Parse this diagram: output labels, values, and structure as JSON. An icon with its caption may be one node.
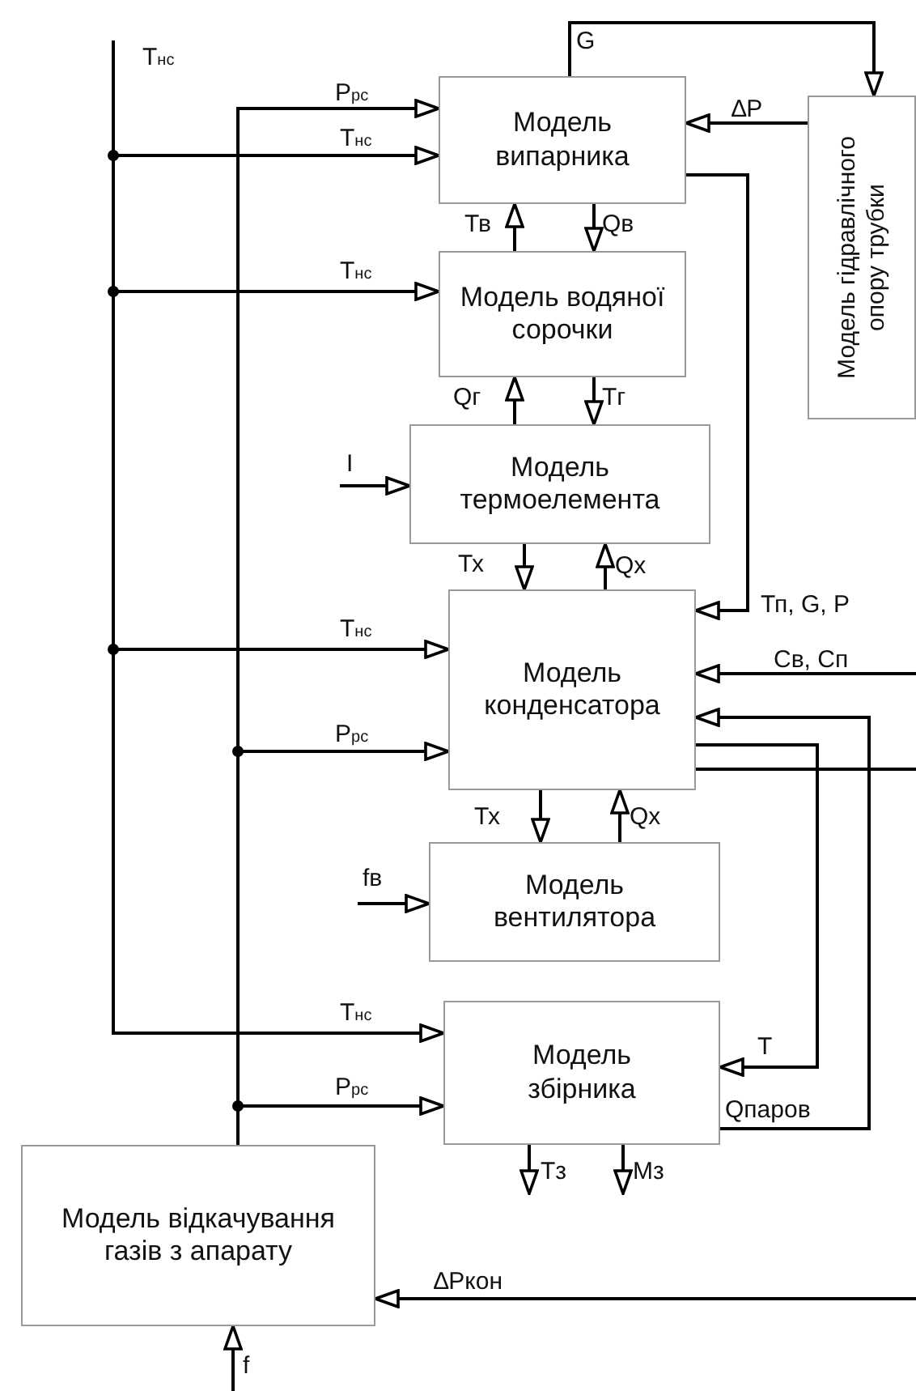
{
  "diagram": {
    "nodes": [
      {
        "text": [
          "Модель випарника"
        ]
      },
      {
        "text": [
          "Модель гідравлічного опору трубки"
        ]
      },
      {
        "text": [
          "Модель водяної сорочки"
        ]
      },
      {
        "text": [
          "Модель термоелемента"
        ]
      },
      {
        "text": [
          "Модель конденсатора"
        ]
      },
      {
        "text": [
          "Модель вентилятора"
        ]
      },
      {
        "text": [
          "Модель збірника"
        ]
      },
      {
        "text": [
          "Модель відкачування газів з апарату"
        ]
      }
    ],
    "edges": [
      {
        "from": 7,
        "to": 0,
        "arrow": "to",
        "label": "Р$_{рс}$"
      },
      {
        "from": null,
        "to": 0,
        "arrow": "to",
        "label": "Т$_{нс}$"
      },
      {
        "from": 1,
        "to": 0,
        "arrow": "to",
        "label": "∆P"
      },
      {
        "from": 0,
        "to": 1,
        "arrow": "to",
        "label": "G"
      },
      {
        "from": 2,
        "to": 0,
        "arrow": "to",
        "label": "Тв"
      },
      {
        "from": 0,
        "to": 2,
        "arrow": "to",
        "label": "Qв"
      },
      {
        "from": null,
        "to": 2,
        "arrow": "to",
        "label": "Т$_{нс}$"
      },
      {
        "from": 3,
        "to": 2,
        "arrow": "to",
        "label": "Qг"
      },
      {
        "from": 2,
        "to": 3,
        "arrow": "to",
        "label": "Тг"
      },
      {
        "from": null,
        "to": 3,
        "arrow": "to",
        "label": "I"
      },
      {
        "from": 3,
        "to": 4,
        "arrow": "to",
        "label": "Тх"
      },
      {
        "from": 4,
        "to": 3,
        "arrow": "to",
        "label": "Qх"
      },
      {
        "from": 0,
        "to": 4,
        "arrow": "to",
        "label": "Тп, G, P"
      },
      {
        "from": null,
        "to": 4,
        "arrow": "to",
        "label": "Т$_{нс}$"
      },
      {
        "from": null,
        "to": 4,
        "arrow": "to",
        "label": "Св, Сп"
      },
      {
        "from": 7,
        "to": 4,
        "arrow": "to",
        "label": "Р$_{рс}$"
      },
      {
        "from": 6,
        "to": 4,
        "arrow": "to",
        "label": "Qпаров"
      },
      {
        "from": 4,
        "to": 6,
        "arrow": "to",
        "label": "Т"
      },
      {
        "from": 4,
        "to": null,
        "arrow": "none"
      },
      {
        "from": 4,
        "to": 5,
        "arrow": "to",
        "label": "Тх"
      },
      {
        "from": 5,
        "to": 4,
        "arrow": "to",
        "label": "Qх"
      },
      {
        "from": null,
        "to": 5,
        "arrow": "to",
        "label": "fв"
      },
      {
        "from": null,
        "to": 6,
        "arrow": "to",
        "label": "Т$_{нс}$"
      },
      {
        "from": 7,
        "to": 6,
        "arrow": "to",
        "label": "Р$_{рс}$"
      },
      {
        "from": 6,
        "to": null,
        "arrow": "to",
        "label": "Тз"
      },
      {
        "from": 6,
        "to": null,
        "arrow": "to",
        "label": "Mз"
      },
      {
        "from": null,
        "to": 7,
        "arrow": "to",
        "label": "∆Pкон"
      },
      {
        "from": null,
        "to": 7,
        "arrow": "to",
        "label": "f"
      }
    ],
    "labels": [
      "Т$_{нс}$"
    ]
  }
}
